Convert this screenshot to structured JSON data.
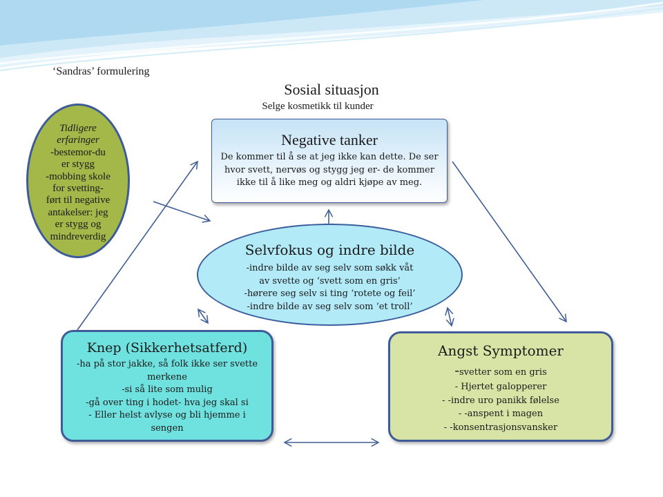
{
  "page_title": "‘Sandras’ formulering",
  "situation": {
    "title": "Sosial situasjon",
    "subtitle": "Selge kosmetikk til kunder"
  },
  "experiences": {
    "lines": [
      "Tidligere",
      "erfaringer",
      "-bestemor-du",
      "er stygg",
      "-mobbing skole",
      "for svetting-",
      "ført til negative",
      "antakelser: jeg",
      "er stygg og",
      "mindreverdig"
    ],
    "fill_color": "#a4b84a"
  },
  "negative_thoughts": {
    "title": "Negative tanker",
    "lines": [
      "De kommer til å se at jeg ikke kan dette. De ser",
      "hvor svett, nervøs og stygg jeg er- de kommer",
      "ikke til å like meg og aldri kjøpe av meg."
    ]
  },
  "self_focus": {
    "title": "Selvfokus og indre bilde",
    "lines": [
      "-indre bilde av seg selv som søkk våt",
      "av svette og ‘svett som en gris’",
      "-hørere seg selv si ting ‘rotete og feil’",
      "-indre bilde av seg selv som ‘et troll’"
    ],
    "fill_color": "#b2eaf8"
  },
  "safety_behavior": {
    "title": "Knep (Sikkerhetsatferd)",
    "lines": [
      "-ha på stor jakke, så folk ikke ser svette",
      "merkene",
      "-si så lite som mulig",
      "-gå over ting i hodet- hva jeg skal si",
      "- Eller helst avlyse og bli hjemme i",
      "sengen"
    ],
    "fill_color": "#6fe1df"
  },
  "anxiety": {
    "title": "Angst Symptomer",
    "first_dash": "-",
    "first_text": "svetter som en gris",
    "items": [
      "-   Hjertet galopperer",
      "-  -indre uro panikk følelse",
      "-  -anspent i magen",
      "-  -konsentrasjonsvansker"
    ],
    "fill_color": "#d7e4a5"
  },
  "colors": {
    "arrow": "#3f5d96",
    "border": "#3e5b97"
  }
}
